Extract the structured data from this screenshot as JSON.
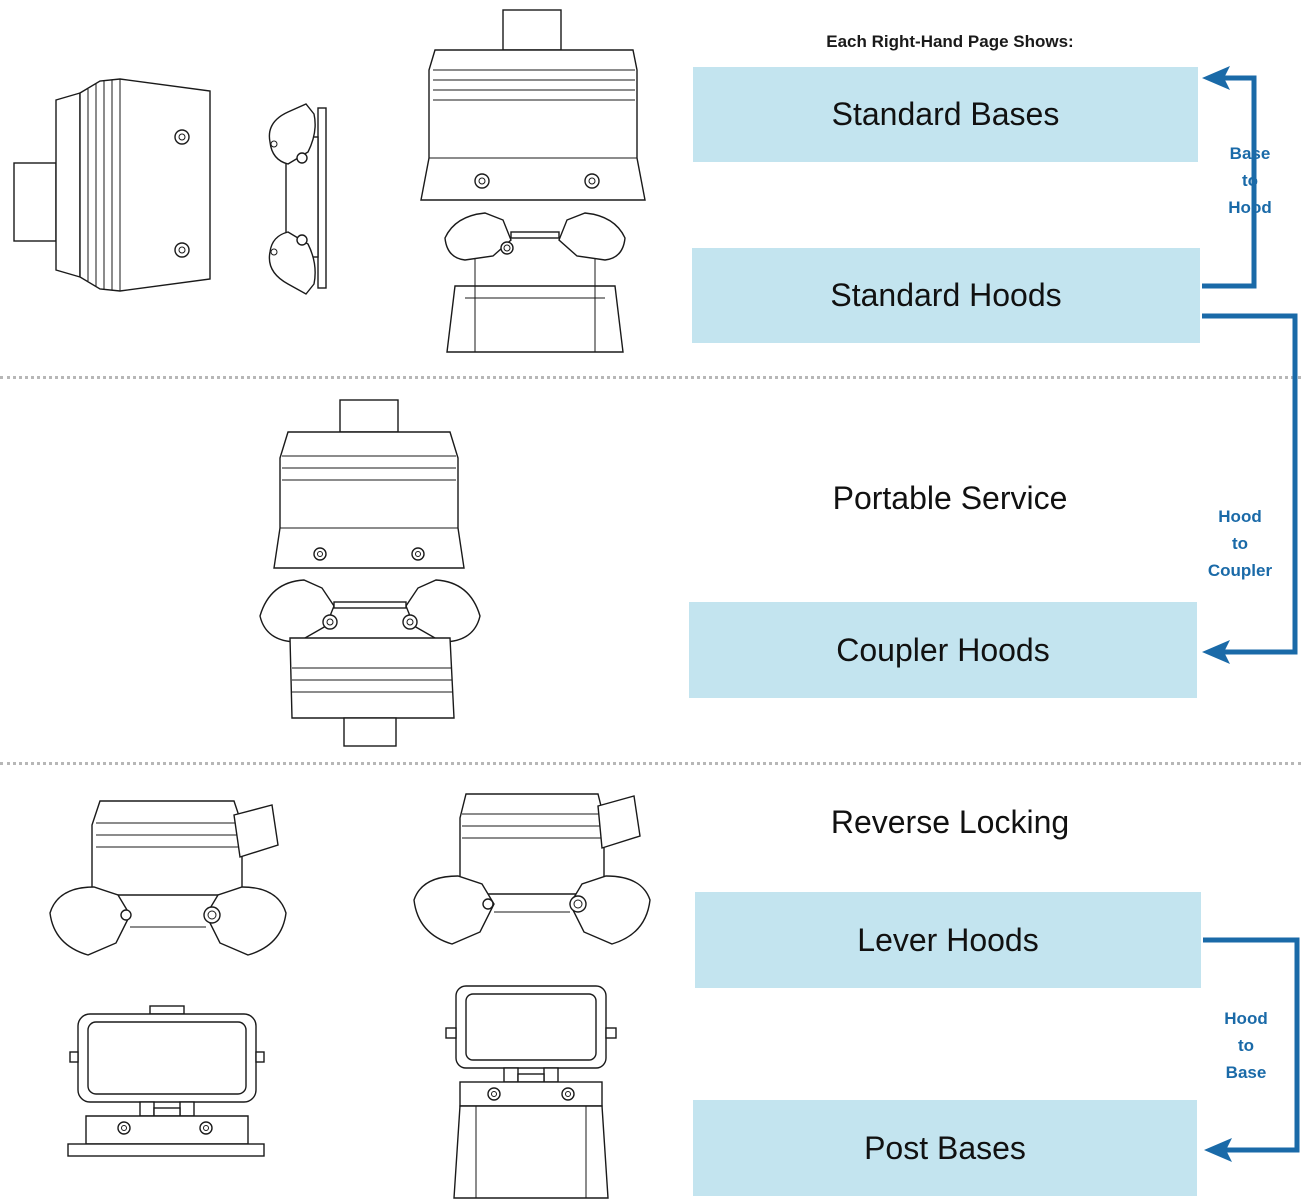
{
  "heading": "Each Right-Hand Page Shows:",
  "sections": {
    "standard": {
      "base_label": "Standard Bases",
      "hood_label": "Standard Hoods"
    },
    "portable": {
      "title": "Portable Service",
      "coupler_label": "Coupler Hoods"
    },
    "reverse": {
      "title": "Reverse Locking",
      "lever_label": "Lever Hoods",
      "post_label": "Post Bases"
    }
  },
  "flows": {
    "base_to_hood": [
      "Base",
      "to",
      "Hood"
    ],
    "hood_to_coupler": [
      "Hood",
      "to",
      "Coupler"
    ],
    "hood_to_base": [
      "Hood",
      "to",
      "Base"
    ]
  },
  "colors": {
    "box_fill": "#c3e4ef",
    "arrow": "#1a6aa8",
    "divider": "#b7b7b7"
  }
}
